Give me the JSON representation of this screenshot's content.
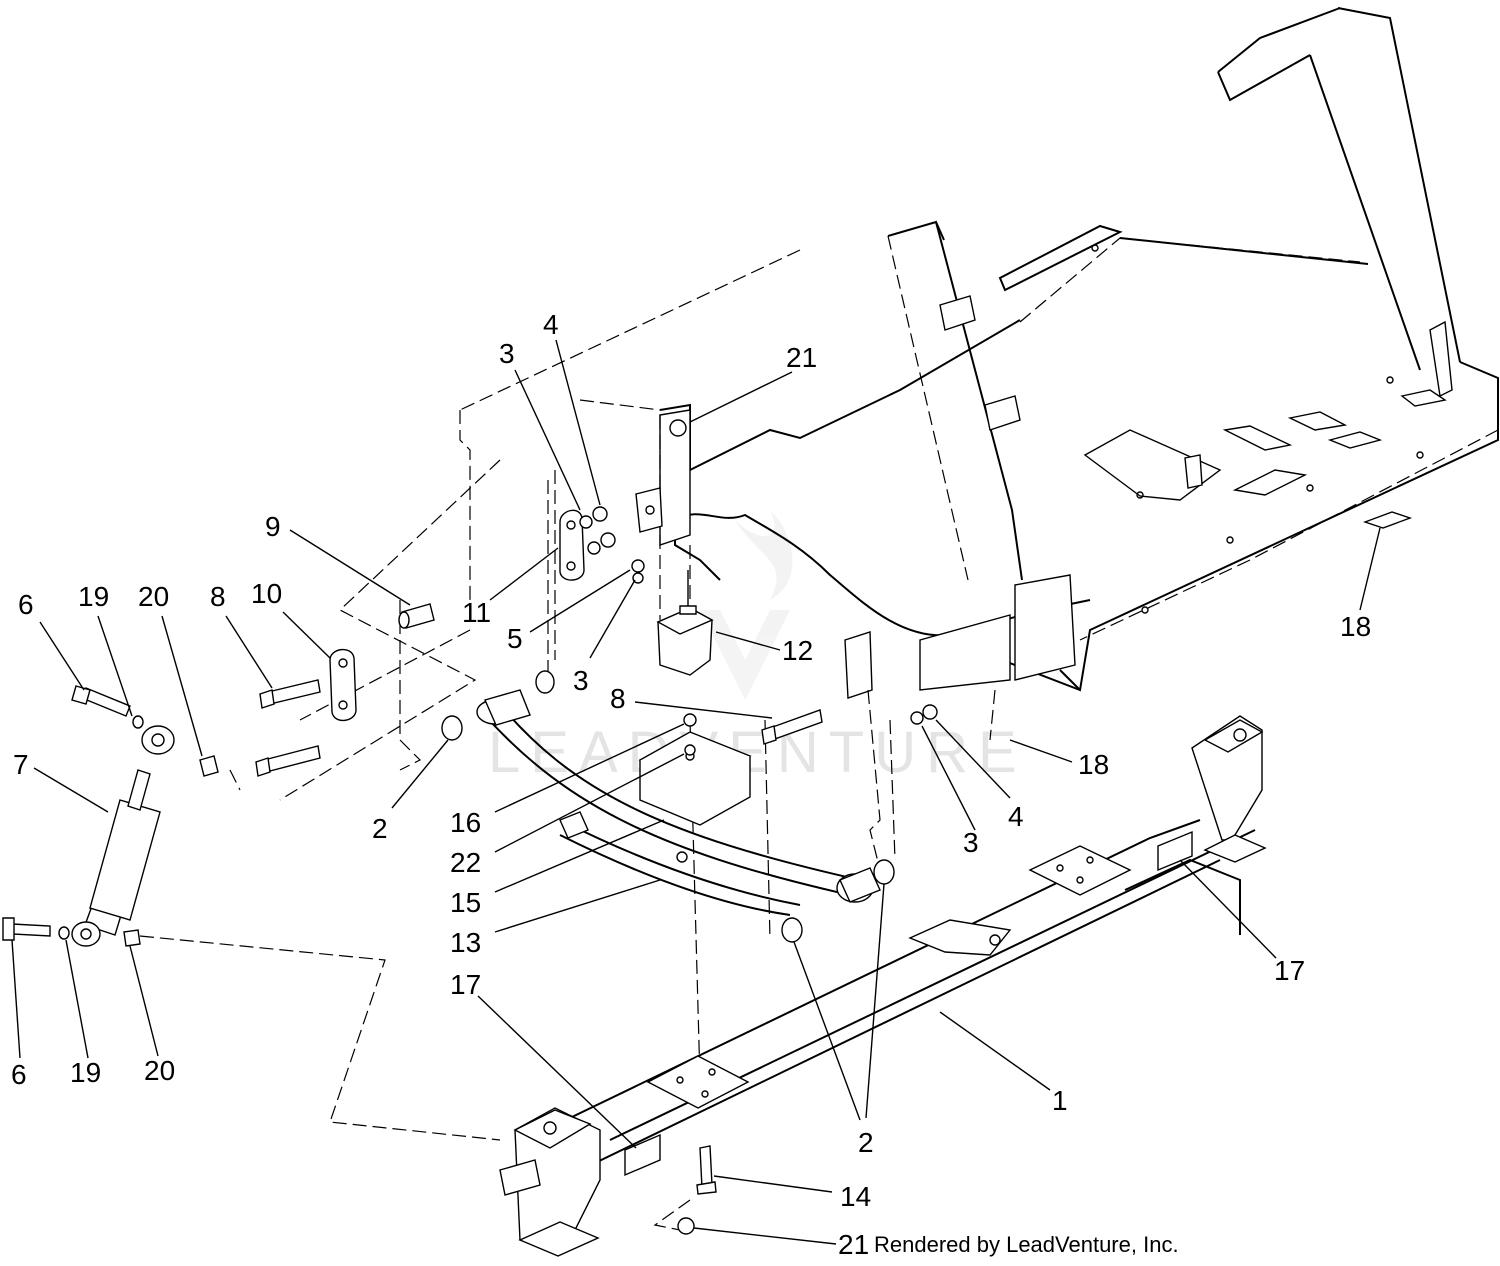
{
  "watermark": "LEADVENTURE",
  "credit": "Rendered by LeadVenture, Inc.",
  "callouts": [
    {
      "id": "c4",
      "text": "4"
    },
    {
      "id": "c3a",
      "text": "3"
    },
    {
      "id": "c21a",
      "text": "21"
    },
    {
      "id": "c9",
      "text": "9"
    },
    {
      "id": "c11",
      "text": "11"
    },
    {
      "id": "c5",
      "text": "5"
    },
    {
      "id": "c3b",
      "text": "3"
    },
    {
      "id": "c12",
      "text": "12"
    },
    {
      "id": "c18a",
      "text": "18"
    },
    {
      "id": "c6a",
      "text": "6"
    },
    {
      "id": "c19a",
      "text": "19"
    },
    {
      "id": "c20a",
      "text": "20"
    },
    {
      "id": "c8a",
      "text": "8"
    },
    {
      "id": "c10",
      "text": "10"
    },
    {
      "id": "c8b",
      "text": "8"
    },
    {
      "id": "c7",
      "text": "7"
    },
    {
      "id": "c2a",
      "text": "2"
    },
    {
      "id": "c16",
      "text": "16"
    },
    {
      "id": "c22",
      "text": "22"
    },
    {
      "id": "c15",
      "text": "15"
    },
    {
      "id": "c13",
      "text": "13"
    },
    {
      "id": "c18b",
      "text": "18"
    },
    {
      "id": "c4b",
      "text": "4"
    },
    {
      "id": "c3c",
      "text": "3"
    },
    {
      "id": "c17a",
      "text": "17"
    },
    {
      "id": "c17b",
      "text": "17"
    },
    {
      "id": "c6b",
      "text": "6"
    },
    {
      "id": "c19b",
      "text": "19"
    },
    {
      "id": "c20b",
      "text": "20"
    },
    {
      "id": "c1",
      "text": "1"
    },
    {
      "id": "c2b",
      "text": "2"
    },
    {
      "id": "c14",
      "text": "14"
    },
    {
      "id": "c21b",
      "text": "21"
    }
  ]
}
